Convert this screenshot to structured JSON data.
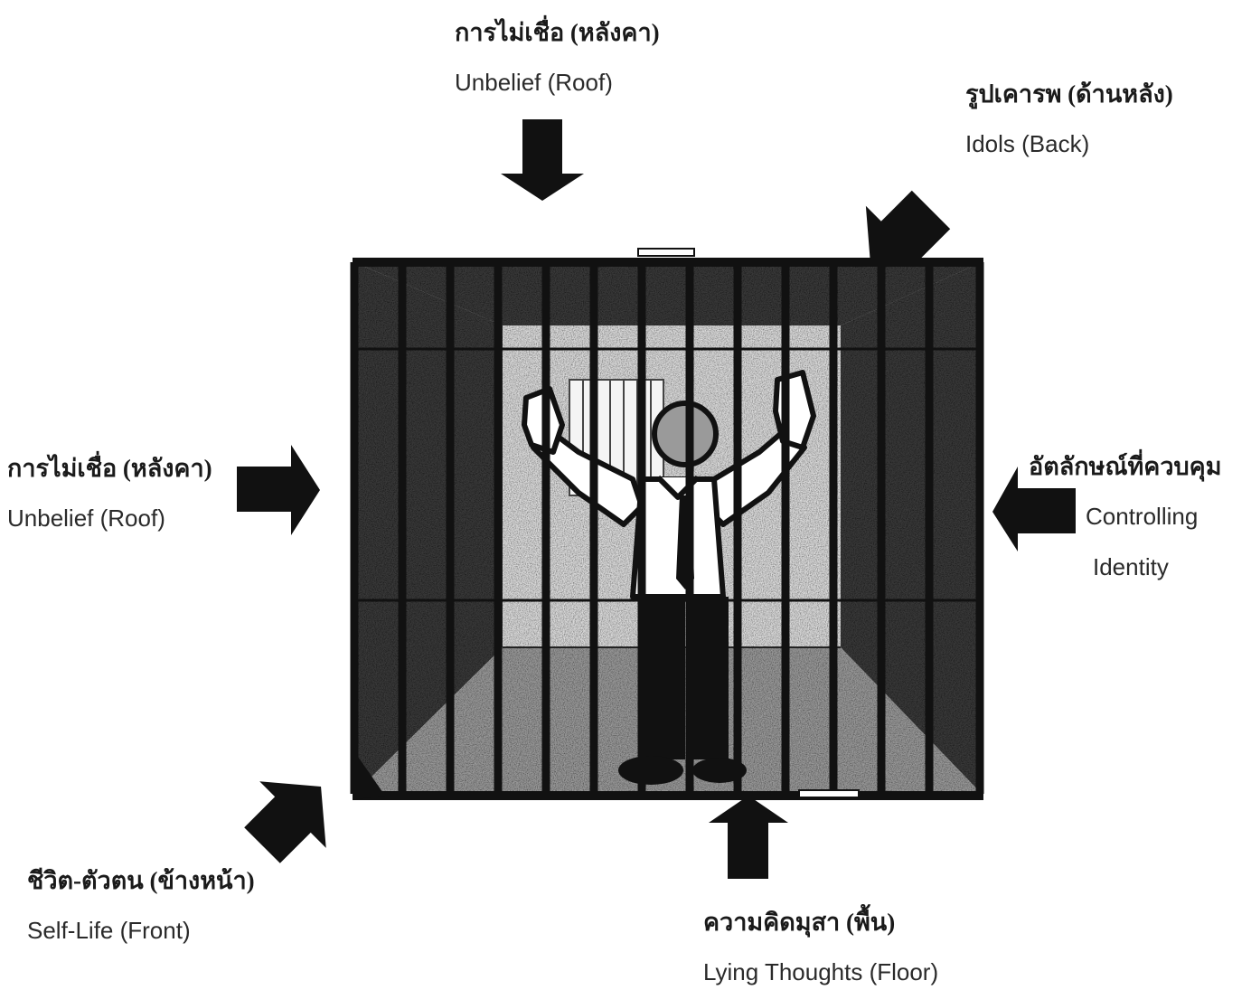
{
  "labels": {
    "top": {
      "thai": "การไม่เชื่อ (หลังคา)",
      "english": "Unbelief (Roof)"
    },
    "top_right": {
      "thai": "รูปเคารพ (ด้านหลัง)",
      "english": "Idols (Back)"
    },
    "left": {
      "thai": "การไม่เชื่อ (หลังคา)",
      "english": "Unbelief (Roof)"
    },
    "right": {
      "thai": "อัตลักษณ์ที่ควบคุม",
      "english_line1": "Controlling",
      "english_line2": "Identity"
    },
    "bottom_left": {
      "thai": "ชีวิต-ตัวตน (ข้างหน้า)",
      "english": "Self-Life (Front)"
    },
    "bottom": {
      "thai": "ความคิดมุสา (พื้น)",
      "english": "Lying Thoughts (Floor)"
    }
  },
  "colors": {
    "ink": "#111111",
    "wall_shade": "#3a3a3a",
    "floor_shade": "#9a9a9a",
    "back_wall": "#dcdcdc"
  },
  "illustration": {
    "subject": "man-behind-bars",
    "arrows": [
      "down-arrow",
      "diagonal-down-left-arrow",
      "right-arrow",
      "left-arrow",
      "diagonal-up-right-arrow",
      "up-arrow"
    ]
  }
}
